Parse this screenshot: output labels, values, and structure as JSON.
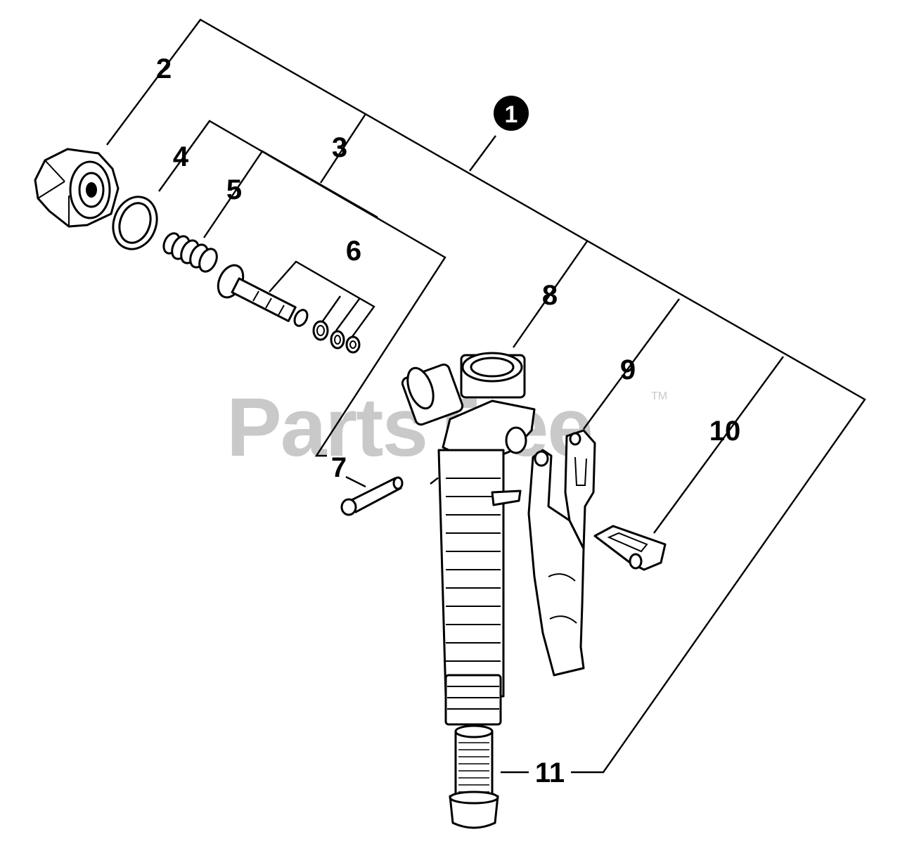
{
  "diagram": {
    "watermark": {
      "text": "PartsTree",
      "trademark": "TM"
    },
    "callouts": [
      {
        "id": "1",
        "label": "1"
      },
      {
        "id": "2",
        "label": "2"
      },
      {
        "id": "3",
        "label": "3"
      },
      {
        "id": "4",
        "label": "4"
      },
      {
        "id": "5",
        "label": "5"
      },
      {
        "id": "6",
        "label": "6"
      },
      {
        "id": "7",
        "label": "7"
      },
      {
        "id": "8",
        "label": "8"
      },
      {
        "id": "9",
        "label": "9"
      },
      {
        "id": "10",
        "label": "10"
      },
      {
        "id": "11",
        "label": "11"
      }
    ],
    "parts": [
      {
        "id": "hex-nut",
        "icon": "hex-nut-icon"
      },
      {
        "id": "o-ring",
        "icon": "o-ring-icon"
      },
      {
        "id": "spring",
        "icon": "spring-icon"
      },
      {
        "id": "valve-stem",
        "icon": "valve-stem-icon"
      },
      {
        "id": "small-o-rings",
        "icon": "o-ring-icon"
      },
      {
        "id": "pin",
        "icon": "pin-icon"
      },
      {
        "id": "valve-body-handle",
        "icon": "valve-body-icon"
      },
      {
        "id": "trigger-lever",
        "icon": "lever-icon"
      },
      {
        "id": "lock-clip",
        "icon": "clip-icon"
      },
      {
        "id": "filter-screen",
        "icon": "filter-icon"
      }
    ]
  }
}
